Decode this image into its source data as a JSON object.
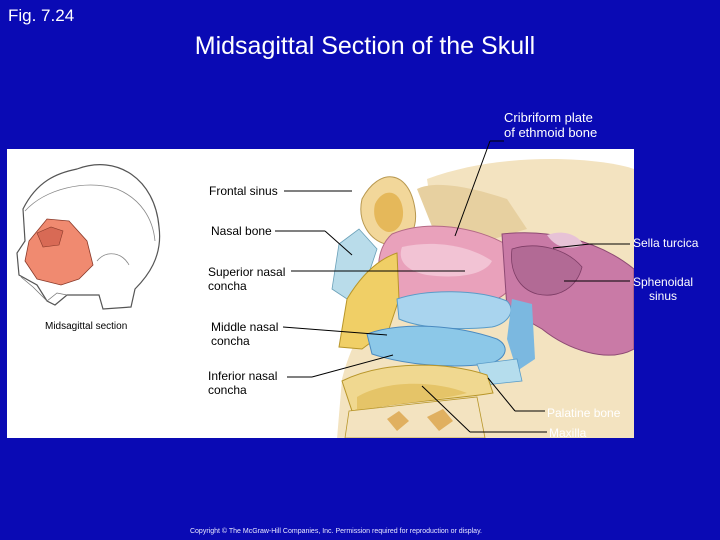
{
  "figure_number": "Fig. 7.24",
  "title": "Midsagittal Section of the Skull",
  "inset_caption": "Midsagittal section",
  "labels": {
    "cribriform_plate": "Cribriform plate\nof ethmoid bone",
    "frontal_sinus": "Frontal sinus",
    "nasal_bone": "Nasal bone",
    "superior_nasal_concha": "Superior nasal\nconcha",
    "middle_nasal_concha": "Middle nasal\nconcha",
    "inferior_nasal_concha": "Inferior nasal\nconcha",
    "sella_turcica": "Sella turcica",
    "sphenoidal_sinus": "Sphenoidal\nsinus",
    "palatine_bone": "Palatine bone",
    "maxilla": "Maxilla"
  },
  "copyright": "Copyright © The McGraw-Hill Companies, Inc. Permission required for reproduction or display.",
  "colors": {
    "background": "#0a0ab4",
    "highlight": "#f08a70",
    "frontal": "#f2d79a",
    "ethmoid": "#e9a1bb",
    "sphenoid": "#c97aa6",
    "concha_blue": "#8cc8e8",
    "maxilla": "#f0cf66",
    "palatine": "#b5dded"
  }
}
